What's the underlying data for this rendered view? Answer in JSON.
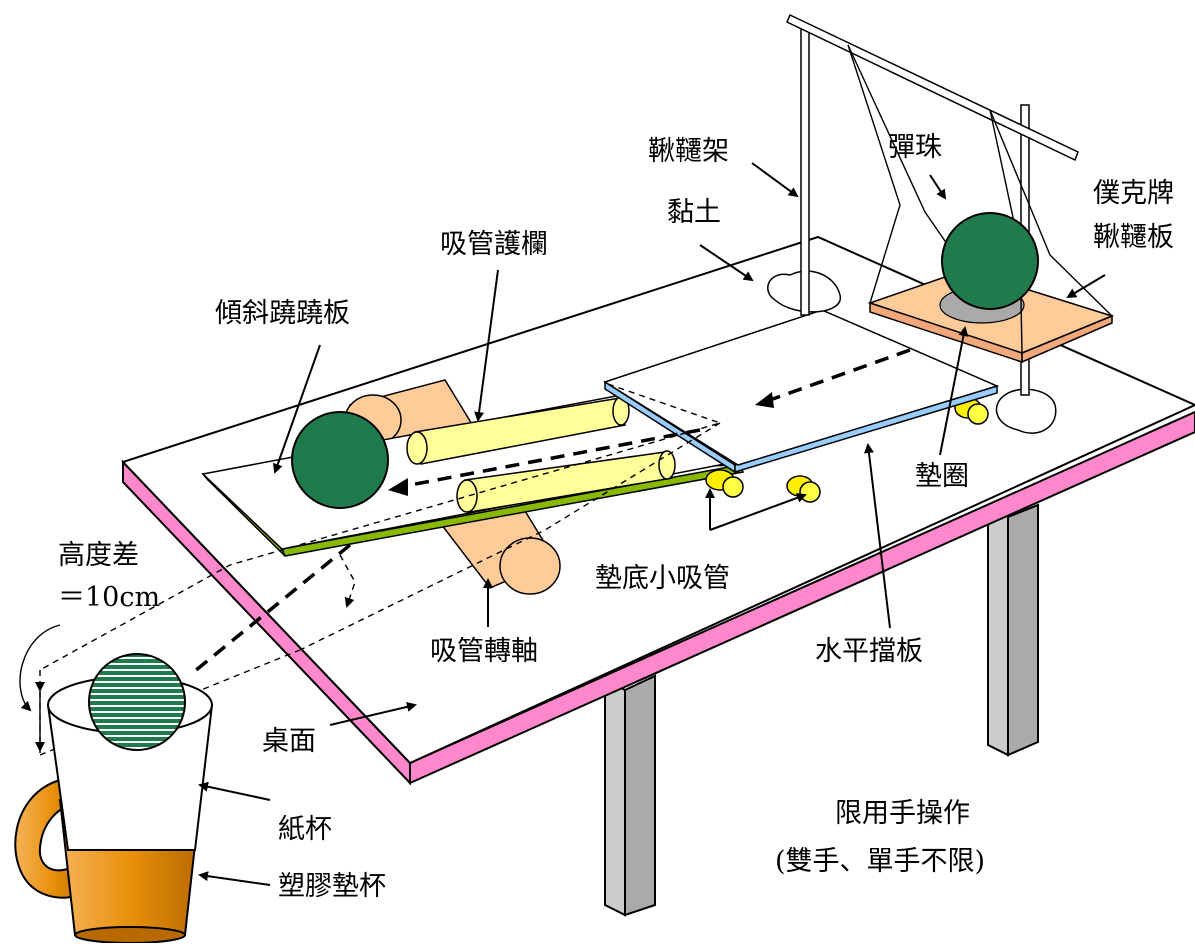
{
  "labels": {
    "swing_frame": "鞦韆架",
    "marble": "彈珠",
    "poker_line1": "僕克牌",
    "poker_line2": "鞦韆板",
    "clay": "黏土",
    "straw_rail": "吸管護欄",
    "tilted_seesaw": "傾斜蹺蹺板",
    "height_diff_line1": "高度差",
    "height_diff_line2": "＝10cm",
    "washer": "墊圈",
    "base_straw": "墊底小吸管",
    "straw_axle": "吸管轉軸",
    "horizontal_board": "水平擋板",
    "tabletop": "桌面",
    "paper_cup": "紙杯",
    "plastic_cup": "塑膠墊杯",
    "hands_only_line1": "限用手操作",
    "hands_only_line2": "(雙手、單手不限)"
  },
  "colors": {
    "table_edge": "#ff88cc",
    "marble_green": "#1f7a4c",
    "straw_yellow": "#ffff99",
    "axle_peach": "#ffcc99",
    "seesaw_edge_green": "#88b800",
    "board_edge_blue": "#99ccff",
    "poker_orange": "#ffcc99",
    "cup_orange": "#e8900a",
    "leg_gray": "#cccccc"
  }
}
